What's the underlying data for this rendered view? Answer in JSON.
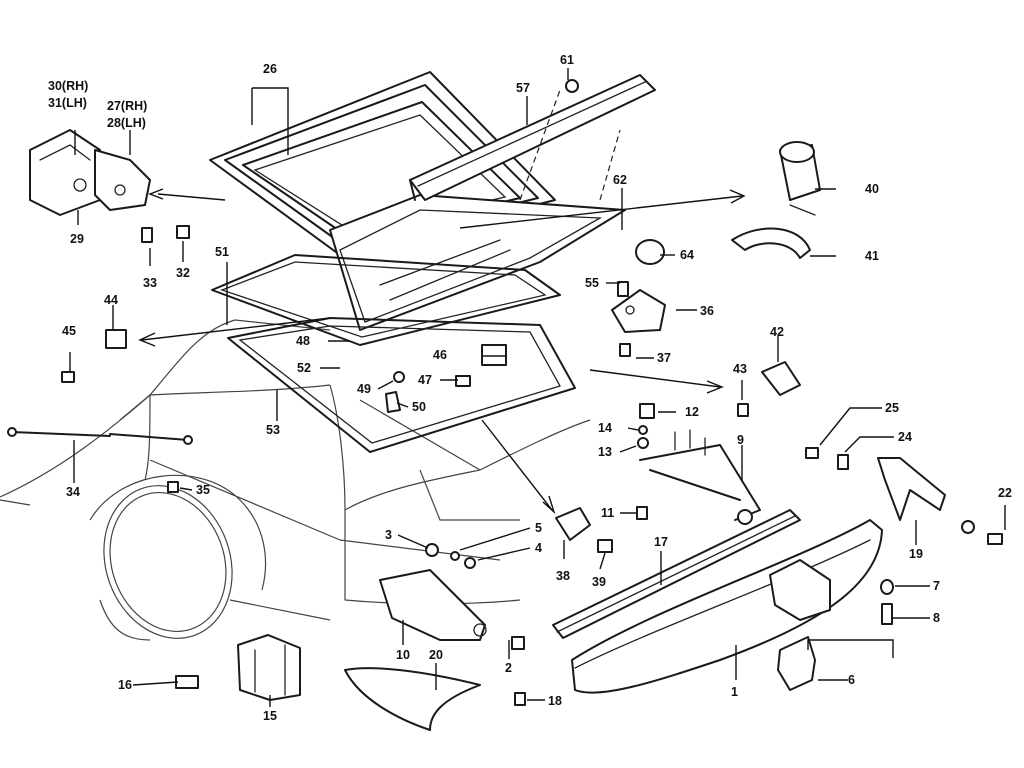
{
  "diagram": {
    "callouts": [
      {
        "id": "c1",
        "text": "1"
      },
      {
        "id": "c2",
        "text": "2"
      },
      {
        "id": "c3",
        "text": "3"
      },
      {
        "id": "c4",
        "text": "4"
      },
      {
        "id": "c5",
        "text": "5"
      },
      {
        "id": "c6",
        "text": "6"
      },
      {
        "id": "c7",
        "text": "7"
      },
      {
        "id": "c8",
        "text": "8"
      },
      {
        "id": "c9",
        "text": "9"
      },
      {
        "id": "c10",
        "text": "10"
      },
      {
        "id": "c11",
        "text": "11"
      },
      {
        "id": "c12",
        "text": "12"
      },
      {
        "id": "c13",
        "text": "13"
      },
      {
        "id": "c14",
        "text": "14"
      },
      {
        "id": "c15",
        "text": "15"
      },
      {
        "id": "c16",
        "text": "16"
      },
      {
        "id": "c17",
        "text": "17"
      },
      {
        "id": "c18",
        "text": "18"
      },
      {
        "id": "c19",
        "text": "19"
      },
      {
        "id": "c20",
        "text": "20"
      },
      {
        "id": "c22",
        "text": "22"
      },
      {
        "id": "c24",
        "text": "24"
      },
      {
        "id": "c25",
        "text": "25"
      },
      {
        "id": "c26",
        "text": "26"
      },
      {
        "id": "c27",
        "text": "27(RH)"
      },
      {
        "id": "c28",
        "text": "28(LH)"
      },
      {
        "id": "c29",
        "text": "29"
      },
      {
        "id": "c30",
        "text": "30(RH)"
      },
      {
        "id": "c31",
        "text": "31(LH)"
      },
      {
        "id": "c32",
        "text": "32"
      },
      {
        "id": "c33",
        "text": "33"
      },
      {
        "id": "c34",
        "text": "34"
      },
      {
        "id": "c35",
        "text": "35"
      },
      {
        "id": "c36",
        "text": "36"
      },
      {
        "id": "c37",
        "text": "37"
      },
      {
        "id": "c38",
        "text": "38"
      },
      {
        "id": "c39",
        "text": "39"
      },
      {
        "id": "c40",
        "text": "40"
      },
      {
        "id": "c41",
        "text": "41"
      },
      {
        "id": "c42",
        "text": "42"
      },
      {
        "id": "c43",
        "text": "43"
      },
      {
        "id": "c44",
        "text": "44"
      },
      {
        "id": "c45",
        "text": "45"
      },
      {
        "id": "c46",
        "text": "46"
      },
      {
        "id": "c47",
        "text": "47"
      },
      {
        "id": "c48",
        "text": "48"
      },
      {
        "id": "c49",
        "text": "49"
      },
      {
        "id": "c50",
        "text": "50"
      },
      {
        "id": "c51",
        "text": "51"
      },
      {
        "id": "c52",
        "text": "52"
      },
      {
        "id": "c53",
        "text": "53"
      },
      {
        "id": "c55",
        "text": "55"
      },
      {
        "id": "c57",
        "text": "57"
      },
      {
        "id": "c61",
        "text": "61"
      },
      {
        "id": "c62",
        "text": "62"
      },
      {
        "id": "c64",
        "text": "64"
      }
    ]
  }
}
